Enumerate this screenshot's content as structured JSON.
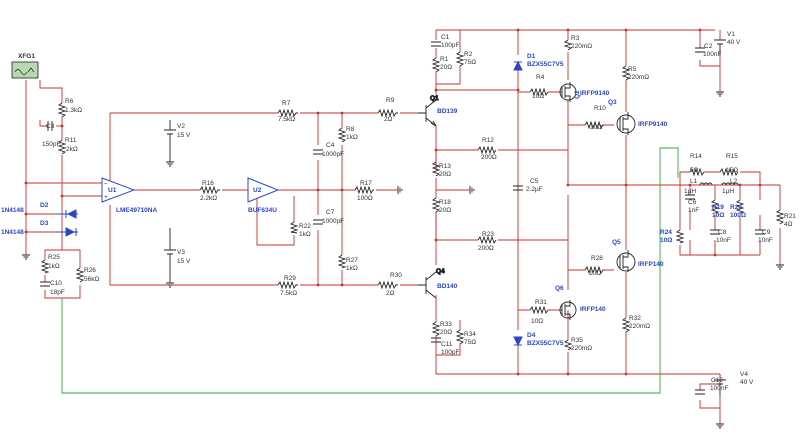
{
  "components": {
    "xfg1": {
      "ref": "XFG1"
    },
    "r6": {
      "ref": "R6",
      "value": "1.3kΩ"
    },
    "c3": {
      "ref": "C3",
      "value": "150pF"
    },
    "r11": {
      "ref": "R11",
      "value": "2kΩ"
    },
    "d2": {
      "ref": "D2",
      "value": "1N4148"
    },
    "d3": {
      "ref": "D3",
      "value": "1N4148"
    },
    "r25": {
      "ref": "R25",
      "value": "1kΩ"
    },
    "r26": {
      "ref": "R26",
      "value": "56kΩ"
    },
    "c10": {
      "ref": "C10",
      "value": "18pF"
    },
    "u1": {
      "ref": "U1",
      "value": "LME49710NA"
    },
    "r16": {
      "ref": "R16",
      "value": "2.2kΩ"
    },
    "u2": {
      "ref": "U2",
      "value": "BUF634U"
    },
    "v2": {
      "ref": "V2",
      "value": "15 V"
    },
    "v3": {
      "ref": "V3",
      "value": "15 V"
    },
    "r7": {
      "ref": "R7",
      "value": "7.5kΩ"
    },
    "r8": {
      "ref": "R8",
      "value": "1kΩ"
    },
    "c4": {
      "ref": "C4",
      "value": "1000pF"
    },
    "c7": {
      "ref": "C7",
      "value": "1000pF"
    },
    "r17": {
      "ref": "R17",
      "value": "100Ω"
    },
    "r22": {
      "ref": "R22",
      "value": "1kΩ"
    },
    "r27": {
      "ref": "R27",
      "value": "1kΩ"
    },
    "r29": {
      "ref": "R29",
      "value": "7.5kΩ"
    },
    "r9": {
      "ref": "R9",
      "value": "2Ω"
    },
    "r30": {
      "ref": "R30",
      "value": "2Ω"
    },
    "q1": {
      "ref": "Q1",
      "value": "BD139"
    },
    "q4": {
      "ref": "Q4",
      "value": "BD140"
    },
    "c1": {
      "ref": "C1",
      "value": "100pF"
    },
    "r1": {
      "ref": "R1",
      "value": "20Ω"
    },
    "r2": {
      "ref": "R2",
      "value": "75Ω"
    },
    "d1": {
      "ref": "D1",
      "value": "BZX55C7V5"
    },
    "r3": {
      "ref": "R3",
      "value": "220mΩ"
    },
    "r4": {
      "ref": "R4",
      "value": "10Ω"
    },
    "q2": {
      "ref": "Q2",
      "value": "IRFP9140"
    },
    "r10": {
      "ref": "R10",
      "value": "10Ω"
    },
    "q3": {
      "ref": "Q3",
      "value": "IRFP9140"
    },
    "r5": {
      "ref": "R5",
      "value": "220mΩ"
    },
    "v1": {
      "ref": "V1",
      "value": "40 V"
    },
    "c2": {
      "ref": "C2",
      "value": "100nF"
    },
    "r12": {
      "ref": "R12",
      "value": "200Ω"
    },
    "r13": {
      "ref": "R13",
      "value": "20Ω"
    },
    "r18": {
      "ref": "R18",
      "value": "20Ω"
    },
    "c5": {
      "ref": "C5",
      "value": "2.2µF"
    },
    "r23": {
      "ref": "R23",
      "value": "200Ω"
    },
    "r14": {
      "ref": "R14",
      "value": "5Ω"
    },
    "r15": {
      "ref": "R15",
      "value": "15Ω"
    },
    "l1": {
      "ref": "L1",
      "value": "1µH"
    },
    "l2": {
      "ref": "L2",
      "value": "1µH"
    },
    "c6": {
      "ref": "C6",
      "value": "1nF"
    },
    "r19": {
      "ref": "R19",
      "value": "10Ω"
    },
    "r20": {
      "ref": "R20",
      "value": "100Ω"
    },
    "r24": {
      "ref": "R24",
      "value": "10Ω"
    },
    "c8": {
      "ref": "C8",
      "value": "10nF"
    },
    "c9": {
      "ref": "C9",
      "value": "10nF"
    },
    "r21": {
      "ref": "R21",
      "value": "4Ω"
    },
    "q5": {
      "ref": "Q5",
      "value": "IRFP140"
    },
    "r28": {
      "ref": "R28",
      "value": "10Ω"
    },
    "q6": {
      "ref": "Q6",
      "value": "IRFP140"
    },
    "r31": {
      "ref": "R31",
      "value": "10Ω"
    },
    "d4": {
      "ref": "D4",
      "value": "BZX55C7V5"
    },
    "r35": {
      "ref": "R35",
      "value": "220mΩ"
    },
    "r32": {
      "ref": "R32",
      "value": "220mΩ"
    },
    "r33": {
      "ref": "R33",
      "value": "20Ω"
    },
    "c11": {
      "ref": "C11",
      "value": "100pF"
    },
    "r34": {
      "ref": "R34",
      "value": "75Ω"
    },
    "v4": {
      "ref": "V4",
      "value": "40 V"
    },
    "c12": {
      "ref": "C12",
      "value": "100nF"
    }
  },
  "colors": {
    "wire": "#c8302c",
    "feedback": "#2fa83a",
    "component": "#222222",
    "label_blue": "#2a47c8",
    "background": "#ffffff"
  }
}
